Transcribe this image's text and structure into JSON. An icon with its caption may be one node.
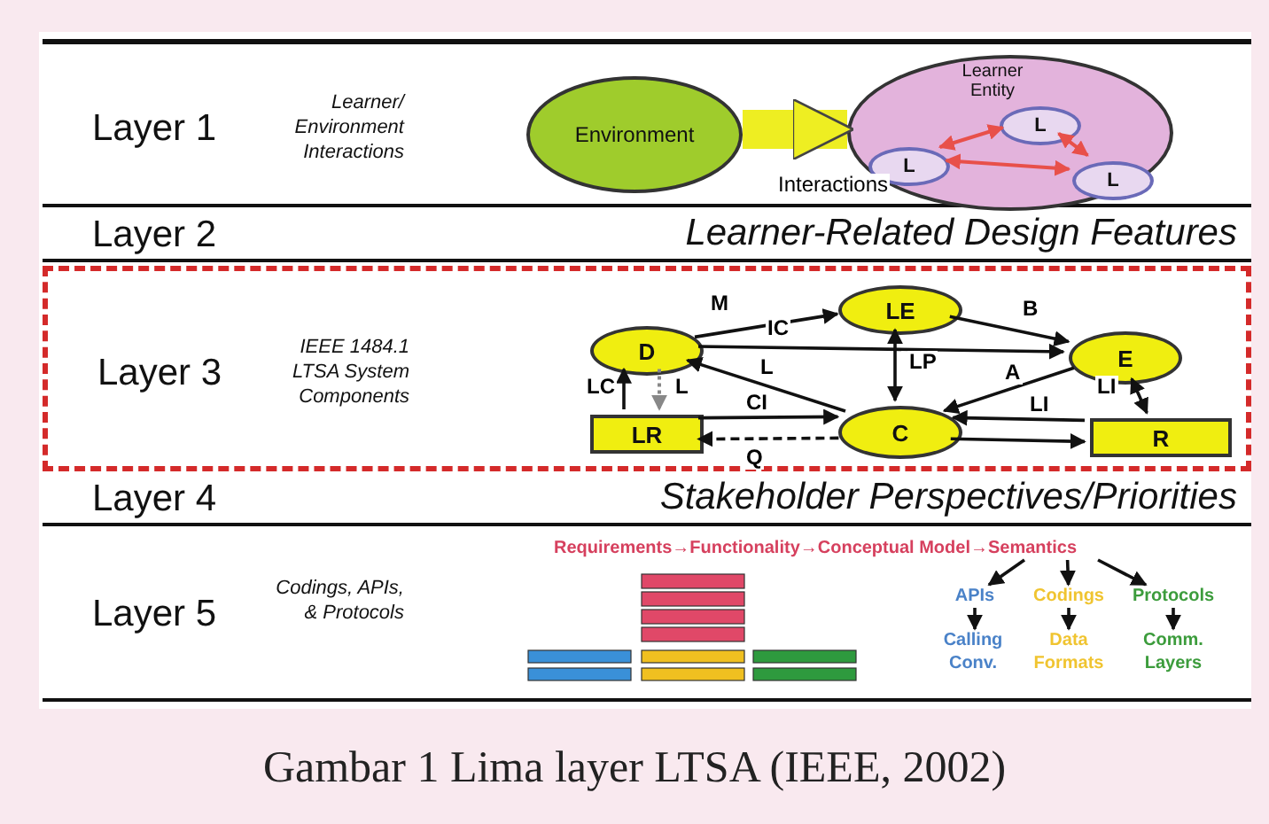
{
  "diagram": {
    "caption": "Gambar 1 Lima layer LTSA (IEEE, 2002)",
    "nodes": [
      {
        "text": [
          "Layer 1",
          "Learner/ Environment Interactions"
        ]
      },
      {
        "text": [
          "Environment"
        ],
        "in": 0
      },
      {
        "text": [
          "Learner Entity"
        ],
        "in": 0
      },
      {
        "text": [
          "L"
        ],
        "in": 2
      },
      {
        "text": [
          "L"
        ],
        "in": 2
      },
      {
        "text": [
          "L"
        ],
        "in": 2
      },
      {
        "text": [
          "Layer 2",
          "Learner-Related Design Features"
        ]
      },
      {
        "text": [
          "Layer 3",
          "IEEE 1484.1 LTSA System Components"
        ]
      },
      {
        "text": [
          "LE"
        ],
        "in": 7
      },
      {
        "text": [
          "D"
        ],
        "in": 7
      },
      {
        "text": [
          "E"
        ],
        "in": 7
      },
      {
        "text": [
          "LR"
        ],
        "in": 7
      },
      {
        "text": [
          "C"
        ],
        "in": 7
      },
      {
        "text": [
          "R"
        ],
        "in": 7
      },
      {
        "text": [
          "Layer 4",
          "Stakeholder Perspectives/Priorities"
        ]
      },
      {
        "text": [
          "Layer 5",
          "Codings, APIs, & Protocols"
        ]
      },
      {
        "text": [
          "Requirements→Functionality→Conceptual Model→Semantics"
        ],
        "in": 15
      },
      {
        "text": [
          "APIs"
        ],
        "in": 15
      },
      {
        "text": [
          "Codings"
        ],
        "in": 15
      },
      {
        "text": [
          "Protocols"
        ],
        "in": 15
      },
      {
        "text": [
          "Calling Conv."
        ],
        "in": 15
      },
      {
        "text": [
          "Data Formats"
        ],
        "in": 15
      },
      {
        "text": [
          "Comm. Layers"
        ],
        "in": 15
      }
    ],
    "edges": [
      {
        "from": 1,
        "to": 2,
        "arrow": "to",
        "label": "Interactions",
        "style": "thick",
        "color": "#eeee22"
      },
      {
        "from": 3,
        "to": 4,
        "arrow": "both",
        "color": "#e8504a"
      },
      {
        "from": 4,
        "to": 5,
        "arrow": "both",
        "color": "#e8504a"
      },
      {
        "from": 3,
        "to": 5,
        "arrow": "both",
        "color": "#e8504a"
      },
      {
        "from": 9,
        "to": 8,
        "arrow": "to",
        "label": "M"
      },
      {
        "from": 8,
        "to": 10,
        "arrow": "to",
        "label": "B"
      },
      {
        "from": 9,
        "to": 10,
        "arrow": "to",
        "label": "IC"
      },
      {
        "from": 12,
        "to": 9,
        "arrow": "to",
        "label": "L"
      },
      {
        "from": 10,
        "to": 12,
        "arrow": "to",
        "label": "A"
      },
      {
        "from": 8,
        "to": 12,
        "arrow": "both",
        "label": "LP"
      },
      {
        "from": 11,
        "to": 9,
        "arrow": "to",
        "label": "LC"
      },
      {
        "from": 9,
        "to": 11,
        "arrow": "to",
        "label": "L",
        "style": "dashed",
        "color": "#888888"
      },
      {
        "from": 11,
        "to": 12,
        "arrow": "to",
        "label": "CI"
      },
      {
        "from": 12,
        "to": 11,
        "arrow": "to",
        "label": "Q",
        "style": "dashed"
      },
      {
        "from": 13,
        "to": 12,
        "arrow": "to",
        "label": "LI"
      },
      {
        "from": 12,
        "to": 13,
        "arrow": "to"
      },
      {
        "from": 10,
        "to": 13,
        "arrow": "both",
        "label": "LI"
      },
      {
        "from": 16,
        "to": 17,
        "arrow": "to"
      },
      {
        "from": 16,
        "to": 18,
        "arrow": "to"
      },
      {
        "from": 16,
        "to": 19,
        "arrow": "to"
      },
      {
        "from": 17,
        "to": 20,
        "arrow": "to"
      },
      {
        "from": 18,
        "to": 21,
        "arrow": "to"
      },
      {
        "from": 19,
        "to": 22,
        "arrow": "to"
      }
    ]
  }
}
